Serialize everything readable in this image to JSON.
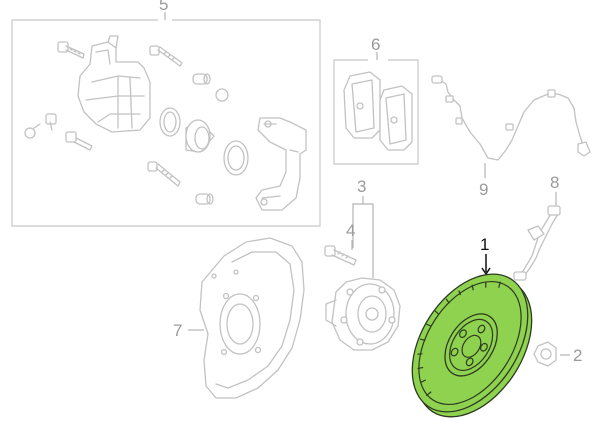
{
  "colors": {
    "highlight_fill": "#8ed24f",
    "highlight_stroke": "#2d3a20",
    "line_gray": "#c2c2c2",
    "label_gray": "#9a9a9a",
    "active_label": "#111111"
  },
  "callouts": {
    "c1": "1",
    "c2": "2",
    "c3": "3",
    "c4": "4",
    "c5": "5",
    "c6": "6",
    "c7": "7",
    "c8": "8",
    "c9": "9"
  },
  "highlighted_callout": "1"
}
